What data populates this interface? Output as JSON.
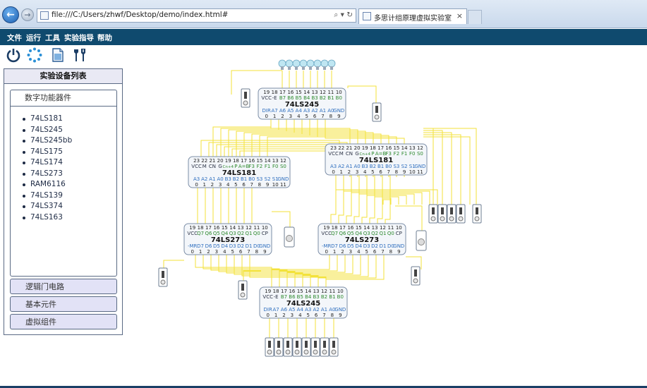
{
  "browser": {
    "url": "file:///C:/Users/zhwf/Desktop/demo/index.html#",
    "address_tools": "⌕ ▾ ↻",
    "tab_title": "多思计组原理虚拟实验室",
    "tab_close": "×",
    "back_glyph": "←",
    "forward_glyph": "→"
  },
  "menu": [
    "文件",
    "运行",
    "工具",
    "实验指导",
    "帮助"
  ],
  "toolbar_icons": [
    "power-icon",
    "loading-spinner-icon",
    "document-icon",
    "tools-icon"
  ],
  "sidebar": {
    "title": "实验设备列表",
    "open_section": "数字功能器件",
    "components": [
      "74LS181",
      "74LS245",
      "74LS245bb",
      "74LS175",
      "74LS174",
      "74LS273",
      "RAM6116",
      "74LS139",
      "74LS374",
      "74LS163"
    ],
    "sections": [
      "逻辑门电路",
      "基本元件",
      "虚拟组件"
    ]
  },
  "chips": [
    {
      "name": "74LS245",
      "top_pins": [
        "19",
        "18",
        "17",
        "16",
        "15",
        "14",
        "13",
        "12",
        "11",
        "10"
      ],
      "top_labels": [
        "VCC",
        "-E",
        "B7",
        "B6",
        "B5",
        "B4",
        "B3",
        "B2",
        "B1",
        "B0"
      ],
      "bottom_labels": [
        "DIR",
        "A7",
        "A6",
        "A5",
        "A4",
        "A3",
        "A2",
        "A1",
        "A0",
        "GND"
      ],
      "bottom_pins": [
        "0",
        "1",
        "2",
        "3",
        "4",
        "5",
        "6",
        "7",
        "8",
        "9"
      ]
    },
    {
      "name": "74LS181",
      "top_pins": [
        "23",
        "22",
        "21",
        "20",
        "19",
        "18",
        "17",
        "16",
        "15",
        "14",
        "13",
        "12"
      ],
      "top_labels": [
        "VCC",
        "M",
        "CN",
        "G",
        "Cn+4",
        "P",
        "A=B",
        "F3",
        "F2",
        "F1",
        "F0",
        "S0"
      ],
      "bottom_labels": [
        "A3",
        "A2",
        "A1",
        "A0",
        "B3",
        "B2",
        "B1",
        "B0",
        "S3",
        "S2",
        "S1",
        "GND"
      ],
      "bottom_pins": [
        "0",
        "1",
        "2",
        "3",
        "4",
        "5",
        "6",
        "7",
        "8",
        "9",
        "10",
        "11"
      ]
    },
    {
      "name": "74LS181",
      "top_pins": [
        "23",
        "22",
        "21",
        "20",
        "19",
        "18",
        "17",
        "16",
        "15",
        "14",
        "13",
        "12"
      ],
      "top_labels": [
        "VCC",
        "M",
        "CN",
        "G",
        "Cn+4",
        "P",
        "A=B",
        "F3",
        "F2",
        "F1",
        "F0",
        "S0"
      ],
      "bottom_labels": [
        "A3",
        "A2",
        "A1",
        "A0",
        "B3",
        "B2",
        "B1",
        "B0",
        "S3",
        "S2",
        "S1",
        "GND"
      ],
      "bottom_pins": [
        "0",
        "1",
        "2",
        "3",
        "4",
        "5",
        "6",
        "7",
        "8",
        "9",
        "10",
        "11"
      ]
    },
    {
      "name": "74LS273",
      "top_pins": [
        "19",
        "18",
        "17",
        "16",
        "15",
        "14",
        "13",
        "12",
        "11",
        "10"
      ],
      "top_labels": [
        "VCC",
        "Q7",
        "Q6",
        "Q5",
        "Q4",
        "Q3",
        "Q2",
        "Q1",
        "Q0",
        "CP"
      ],
      "bottom_labels": [
        "-MR",
        "D7",
        "D6",
        "D5",
        "D4",
        "D3",
        "D2",
        "D1",
        "D0",
        "GND"
      ],
      "bottom_pins": [
        "0",
        "1",
        "2",
        "3",
        "4",
        "5",
        "6",
        "7",
        "8",
        "9"
      ]
    },
    {
      "name": "74LS273",
      "top_pins": [
        "19",
        "18",
        "17",
        "16",
        "15",
        "14",
        "13",
        "12",
        "11",
        "10"
      ],
      "top_labels": [
        "VCC",
        "Q7",
        "Q6",
        "Q5",
        "Q4",
        "Q3",
        "Q2",
        "Q1",
        "Q0",
        "CP"
      ],
      "bottom_labels": [
        "-MR",
        "D7",
        "D6",
        "D5",
        "D4",
        "D3",
        "D2",
        "D1",
        "D0",
        "GND"
      ],
      "bottom_pins": [
        "0",
        "1",
        "2",
        "3",
        "4",
        "5",
        "6",
        "7",
        "8",
        "9"
      ]
    },
    {
      "name": "74LS245",
      "top_pins": [
        "19",
        "18",
        "17",
        "16",
        "15",
        "14",
        "13",
        "12",
        "11",
        "10"
      ],
      "top_labels": [
        "VCC",
        "-E",
        "B7",
        "B6",
        "B5",
        "B4",
        "B3",
        "B2",
        "B1",
        "B0"
      ],
      "bottom_labels": [
        "DIR",
        "A7",
        "A6",
        "A5",
        "A4",
        "A3",
        "A2",
        "A1",
        "A0",
        "GND"
      ],
      "bottom_pins": [
        "0",
        "1",
        "2",
        "3",
        "4",
        "5",
        "6",
        "7",
        "8",
        "9"
      ]
    }
  ],
  "colors": {
    "menubar": "#0f4a6e",
    "wire": "#f3e23a",
    "chip_pin_label": "#2f6fbf",
    "chip_green_label": "#2e8a2e",
    "accordion": "#e2e2f6",
    "lamp": "#bfe6f2"
  }
}
